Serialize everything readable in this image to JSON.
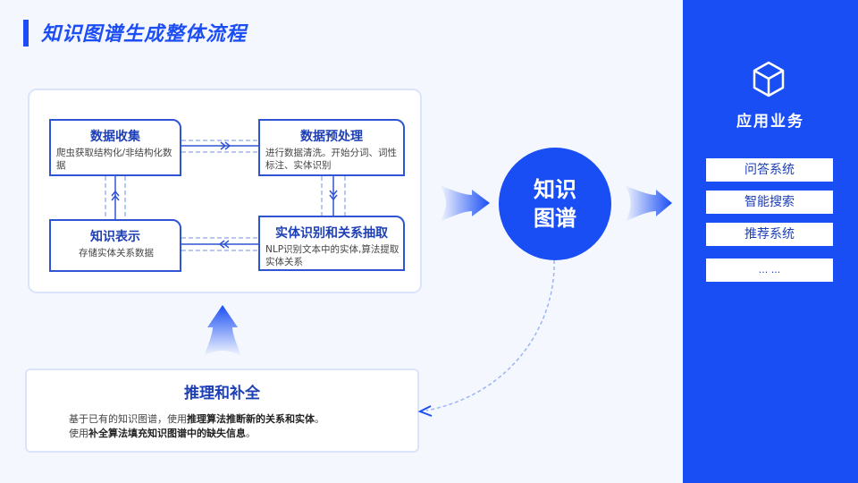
{
  "title": "知识图谱生成整体流程",
  "nodes": {
    "collect": {
      "title": "数据收集",
      "desc": "爬虫获取结构化/非结构化数据"
    },
    "preprocess": {
      "title": "数据预处理",
      "desc": "进行数据清洗。开始分词、词性标注、实体识别"
    },
    "extract": {
      "title": "实体识别和关系抽取",
      "desc": "NLP识别文本中的实体,算法提取实体关系"
    },
    "represent": {
      "title": "知识表示",
      "desc": "存储实体关系数据"
    }
  },
  "center": {
    "line1": "知识",
    "line2": "图谱"
  },
  "reasoning": {
    "title": "推理和补全",
    "line1_prefix": "基于已有的知识图谱，使用",
    "line1_bold": "推理算法推断新的关系和实体",
    "line1_suffix": "。",
    "line2_prefix": "使用",
    "line2_bold": "补全算法填充知识图谱中的缺失信息",
    "line2_suffix": "。"
  },
  "side": {
    "heading": "应用业务",
    "items": [
      "问答系统",
      "智能搜索",
      "推荐系统",
      "... ..."
    ]
  },
  "colors": {
    "accent": "#1a4ef5",
    "node_border": "#2f55d4",
    "background": "#f4f7fd"
  }
}
